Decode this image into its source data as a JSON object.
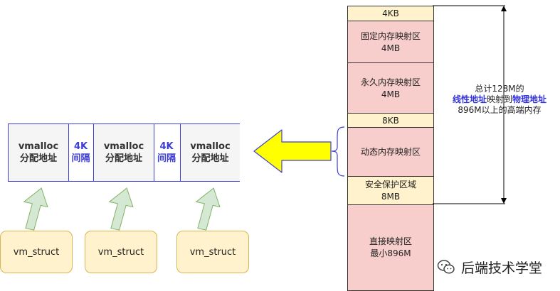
{
  "memory_map": {
    "seg_4kb": "4KB",
    "fixed_map": {
      "name": "固定内存映射区",
      "size": "4MB"
    },
    "permanent_map": {
      "name": "永久内存映射区",
      "size": "4MB"
    },
    "seg_8kb": "8KB",
    "dynamic_map": {
      "name": "动态内存映射区"
    },
    "guard": {
      "name": "安全保护区域",
      "size": "8MB"
    },
    "direct_map": {
      "name": "直接映射区",
      "size": "最小896M"
    }
  },
  "annotation": {
    "line1": "总计128M的",
    "linear": "线性地址",
    "mid": "映射到",
    "physical": "物理地址",
    "line3": "896M以上的高端内存"
  },
  "vmalloc": {
    "area_label_1": "vmalloc",
    "area_label_2": "分配地址",
    "gap_label_1": "4K",
    "gap_label_2": "间隔"
  },
  "vm_struct_label": "vm_struct",
  "watermark": "后端技术学堂",
  "colors": {
    "segment_yellow": "#fff2cc",
    "segment_red": "#f8cecc",
    "vm_border": "#3f3fd8",
    "highlight_text": "#3333dd",
    "big_arrow_fill": "#ffff00",
    "small_arrow_fill": "#d5e8d4",
    "small_arrow_stroke": "#82b366"
  }
}
